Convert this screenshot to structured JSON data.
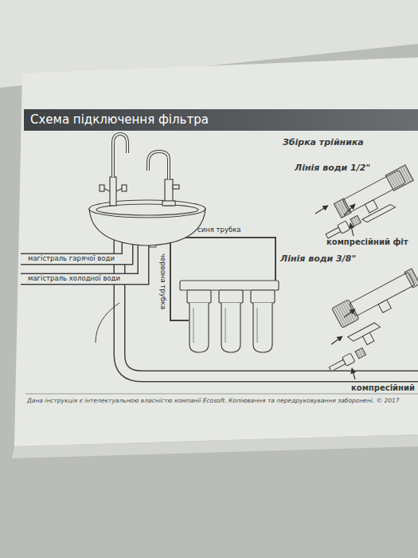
{
  "diagram": {
    "title": "Схема підключення фільтра",
    "labels": [
      "Збірка трійника",
      "Лінія води 1/2\"",
      "синя трубка",
      "компресійний фіт",
      "магістраль гарячої води",
      "магістраль холодної води",
      "червона трубка",
      "Лінія води 3/8\"",
      "компресійний",
      "Дана інструкція є інтелектуальною власністю компанії Ecosoft. Копіювання та передруковування заборонені. © 2017"
    ]
  }
}
